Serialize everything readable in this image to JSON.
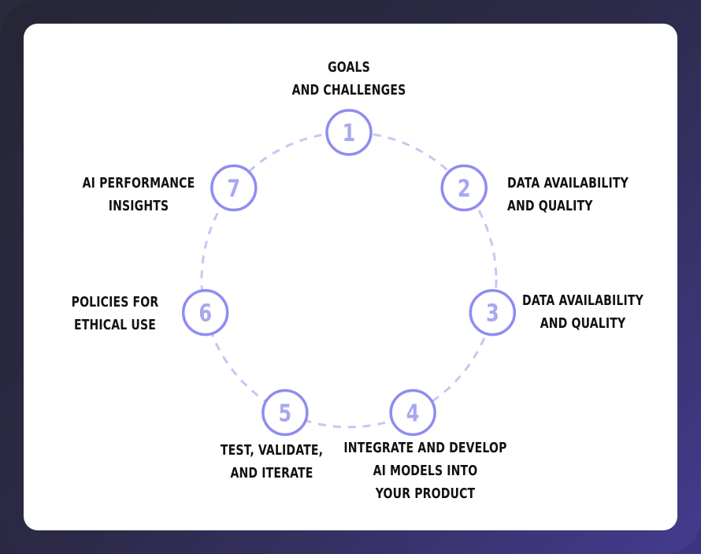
{
  "colors": {
    "background_dark": "#2a2a3c",
    "background_accent": "#443b8f",
    "card": "#ffffff",
    "ring_dashes": "#c7c6f3",
    "step_circle_stroke": "#8f8cf0",
    "step_number": "#a9a7ef",
    "label_text": "#111111"
  },
  "steps": [
    {
      "number": "1",
      "label": "GOALS\nAND CHALLENGES"
    },
    {
      "number": "2",
      "label": "DATA AVAILABILITY\nAND QUALITY"
    },
    {
      "number": "3",
      "label": "DATA AVAILABILITY\nAND QUALITY"
    },
    {
      "number": "4",
      "label": "INTEGRATE AND DEVELOP\nAI MODELS INTO\nYOUR PRODUCT"
    },
    {
      "number": "5",
      "label": "TEST, VALIDATE,\nAND ITERATE"
    },
    {
      "number": "6",
      "label": "POLICIES FOR\nETHICAL USE"
    },
    {
      "number": "7",
      "label": "AI PERFORMANCE\nINSIGHTS"
    }
  ]
}
